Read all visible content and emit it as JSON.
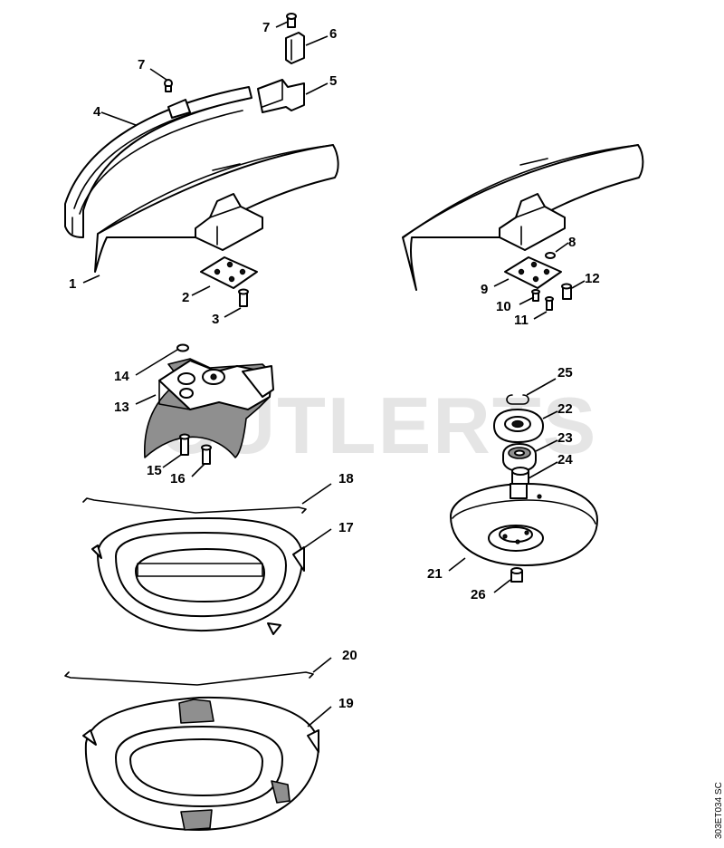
{
  "watermark": "CUTLERTS",
  "drawing_code": "303ET034 SC",
  "callouts": {
    "c1": "1",
    "c2": "2",
    "c3": "3",
    "c4": "4",
    "c5": "5",
    "c6": "6",
    "c7a": "7",
    "c7b": "7",
    "c8": "8",
    "c9": "9",
    "c10": "10",
    "c11": "11",
    "c12": "12",
    "c13": "13",
    "c14": "14",
    "c15": "15",
    "c16": "16",
    "c17": "17",
    "c18": "18",
    "c19": "19",
    "c20": "20",
    "c21": "21",
    "c22": "22",
    "c23": "23",
    "c24": "24",
    "c25": "25",
    "c26": "26"
  }
}
